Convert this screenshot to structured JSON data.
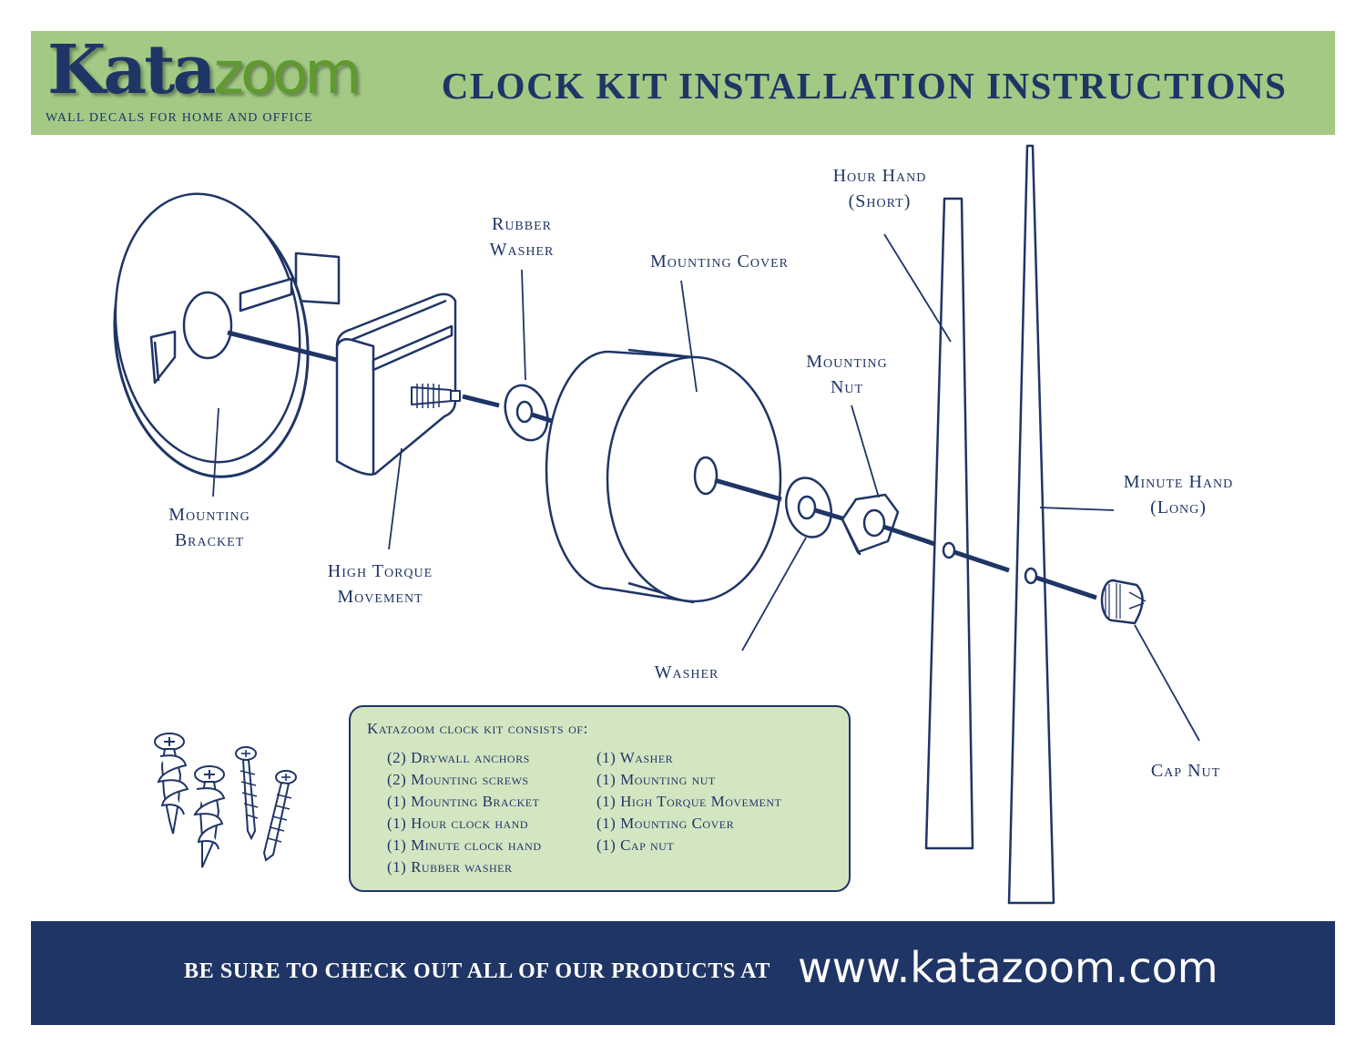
{
  "header": {
    "logo_part1": "Kata",
    "logo_part2": "zoom",
    "tagline": "WALL DECALS FOR HOME AND OFFICE",
    "title": "CLOCK KIT INSTALLATION INSTRUCTIONS"
  },
  "labels": {
    "mounting_bracket": [
      "Mounting",
      "Bracket"
    ],
    "high_torque_movement": [
      "High Torque",
      "Movement"
    ],
    "rubber_washer": [
      "Rubber",
      "Washer"
    ],
    "mounting_cover": "Mounting Cover",
    "washer": "Washer",
    "mounting_nut": [
      "Mounting",
      "Nut"
    ],
    "hour_hand": [
      "Hour Hand",
      "(Short)"
    ],
    "minute_hand": [
      "Minute Hand",
      "(Long)"
    ],
    "cap_nut": "Cap Nut"
  },
  "kit": {
    "title": "Katazoom clock kit consists of:",
    "left": [
      "(2) Drywall anchors",
      "(2) Mounting screws",
      "(1) Mounting Bracket",
      "(1) Hour clock hand",
      "(1) Minute clock hand",
      "(1) Rubber washer"
    ],
    "right": [
      "(1) Washer",
      "(1) Mounting nut",
      "(1) High Torque Movement",
      "(1) Mounting Cover",
      "(1) Cap nut"
    ]
  },
  "footer": {
    "text": "BE SURE TO CHECK OUT ALL OF OUR PRODUCTS AT",
    "url": "www.katazoom.com"
  },
  "colors": {
    "navy": "#1f3566",
    "header_green": "#a3c985",
    "box_green": "#d3e6c2",
    "logo_green": "#5f9a2e"
  }
}
